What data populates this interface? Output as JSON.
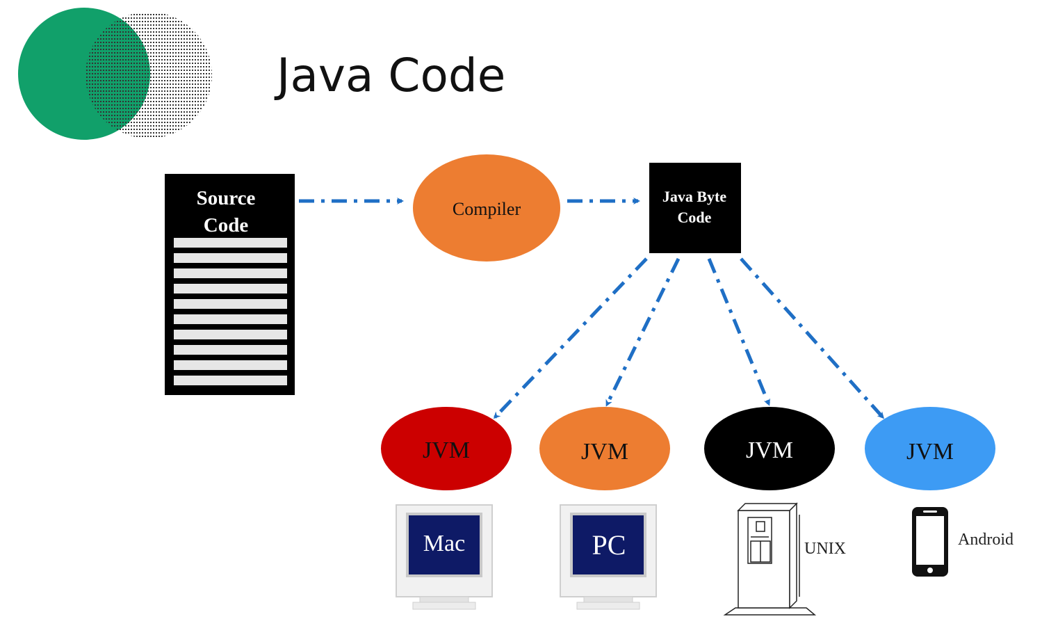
{
  "slide": {
    "title": "Java Code"
  },
  "diagram": {
    "source": {
      "line1": "Source",
      "line2": "Code"
    },
    "compiler": {
      "label": "Compiler"
    },
    "bytecode": {
      "line1": "Java Byte",
      "line2": "Code"
    },
    "jvms": [
      {
        "label": "JVM",
        "color": "#cc0000",
        "textColor": "#111111"
      },
      {
        "label": "JVM",
        "color": "#ed7d31",
        "textColor": "#111111"
      },
      {
        "label": "JVM",
        "color": "#000000",
        "textColor": "#ffffff"
      },
      {
        "label": "JVM",
        "color": "#3d9bf4",
        "textColor": "#111111"
      }
    ],
    "platforms": {
      "mac": "Mac",
      "pc": "PC",
      "unix": "UNIX",
      "android": "Android"
    },
    "colors": {
      "accentGreen": "#11a06a",
      "arrow": "#1f6fc5",
      "compiler": "#ed7d31",
      "screen": "#0e1a66"
    }
  }
}
